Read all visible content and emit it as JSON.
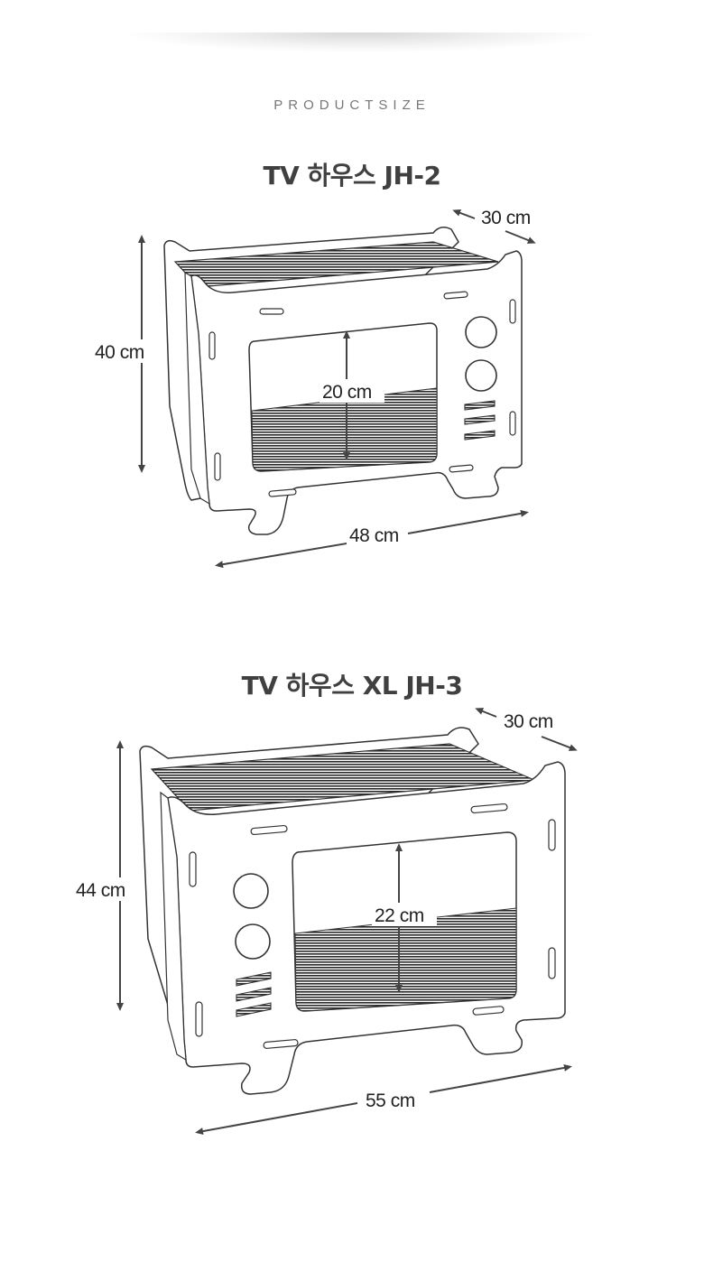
{
  "header": {
    "section_label": "PRODUCTSIZE"
  },
  "products": [
    {
      "title": "TV 하우스 JH-2",
      "dimensions": {
        "depth": "30 cm",
        "height": "40 cm",
        "inner_height": "20 cm",
        "width": "48 cm"
      }
    },
    {
      "title": "TV 하우스 XL JH-3",
      "dimensions": {
        "depth": "30 cm",
        "height": "44 cm",
        "inner_height": "22 cm",
        "width": "55 cm"
      }
    }
  ],
  "colors": {
    "outline": "#333333",
    "arrow": "#444444",
    "title": "#404040",
    "section_label": "#777777"
  }
}
